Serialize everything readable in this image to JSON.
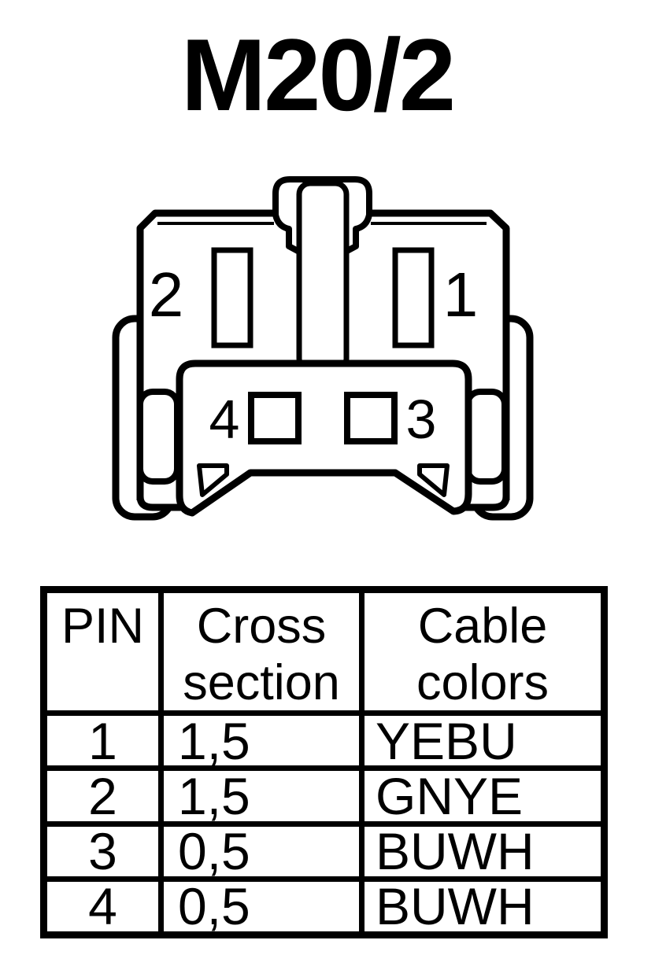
{
  "title": "M20/2",
  "connector": {
    "pins": {
      "pin1": "1",
      "pin2": "2",
      "pin3": "3",
      "pin4": "4"
    }
  },
  "table": {
    "headers": [
      "PIN",
      "Cross section",
      "Cable colors"
    ],
    "rows": [
      [
        "1",
        "1,5",
        "YEBU"
      ],
      [
        "2",
        "1,5",
        "GNYE"
      ],
      [
        "3",
        "0,5",
        "BUWH"
      ],
      [
        "4",
        "0,5",
        "BUWH"
      ]
    ]
  },
  "colors": {
    "ink": "#000000",
    "background": "#ffffff"
  }
}
